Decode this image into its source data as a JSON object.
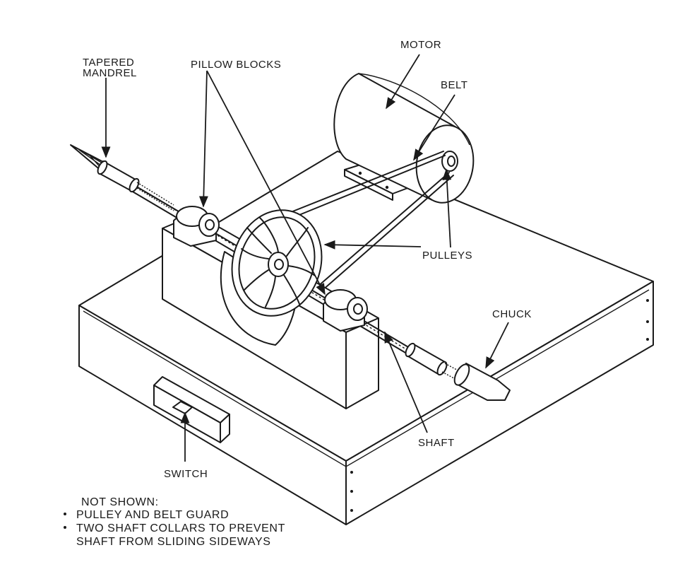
{
  "labels": {
    "motor": "MOTOR",
    "belt": "BELT",
    "tapered_mandrel_line1": "TAPERED",
    "tapered_mandrel_line2": "MANDREL",
    "pillow_blocks": "PILLOW BLOCKS",
    "pulleys": "PULLEYS",
    "chuck": "CHUCK",
    "shaft": "SHAFT",
    "switch": "SWITCH"
  },
  "notes": {
    "heading": "NOT SHOWN:",
    "items": [
      "PULLEY AND BELT GUARD",
      "TWO SHAFT COLLARS TO PREVENT"
    ],
    "continuation": "SHAFT FROM SLIDING SIDEWAYS"
  }
}
